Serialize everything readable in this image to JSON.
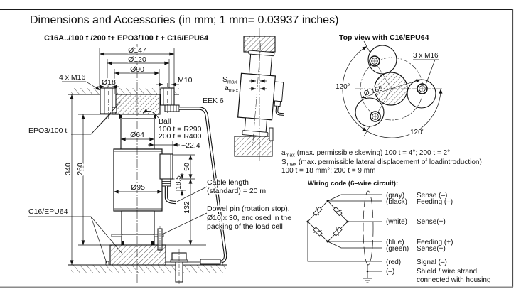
{
  "document": {
    "title": "Dimensions and Accessories (in mm; 1 mm= 0.03937 inches)",
    "subtitle": "C16A../100 t /200 t+ EPO3/100 t + C16/EPU64"
  },
  "main_drawing": {
    "dim_d147": "Ø147",
    "dim_d120": "Ø120",
    "dim_d90": "Ø90",
    "dim_d18": "Ø18",
    "dim_d64": "Ø64",
    "dim_d95": "Ø95",
    "dim_h340": "340",
    "dim_h260": "260",
    "dim_h50": "50",
    "dim_h18_5": "18.5",
    "dim_h132": "132",
    "dim_w22_4": "~22.4",
    "label_top_bolts": "4 x M16",
    "label_m10": "M10",
    "label_cable": "EEK 6",
    "label_epo3": "EPO3/100 t",
    "label_epu64": "C16/EPU64",
    "ball": {
      "title": "Ball",
      "r_100t": "100 t = R290",
      "r_200t": "200 t = R400"
    },
    "cable_length": {
      "line1": "Cable length",
      "line2": "(standard) = 20 m"
    },
    "dowel_pin": {
      "line1": "Dowel pin (rotation stop),",
      "line2": "Ø10 x 30, enclosed in the",
      "line3": "packing of the load cell"
    }
  },
  "skew_drawing": {
    "s_symbol": "S",
    "s_sub": "max",
    "a_symbol": "a",
    "a_sub": "max"
  },
  "top_view": {
    "title": "Top view with C16/EPU64",
    "bolts": "3 x M16",
    "angle_left": "120°",
    "angle_bottom": "120°",
    "pitch_diameter": "Ø 165"
  },
  "notes": {
    "skew": {
      "symbol": "a",
      "sub": "max",
      "text": "(max. permissible skewing) 100 t = 4°; 200 t =  2°"
    },
    "displacement": {
      "symbol": "S",
      "sub": "max",
      "text": "(max. permissible lateral displacement of loadintroduction)"
    },
    "displacement_values": "100 t = 18 mm°; 200 t = 9 mm"
  },
  "wiring": {
    "title": "Wiring code (6–wire circuit):",
    "wires": [
      {
        "color": "(gray)",
        "function": "Sense (–)"
      },
      {
        "color": "(black)",
        "function": "Feeding (–)"
      },
      {
        "color": "(white)",
        "function": "Sense(+)"
      },
      {
        "color": "(blue)",
        "function": "Feeding (+)"
      },
      {
        "color": "(green)",
        "function": "Sense(+)"
      },
      {
        "color": "(red)",
        "function": "Signal (–)"
      },
      {
        "color": "(–)",
        "function": "Shield / wire strand,",
        "function_line2": "connected with housing"
      }
    ]
  }
}
